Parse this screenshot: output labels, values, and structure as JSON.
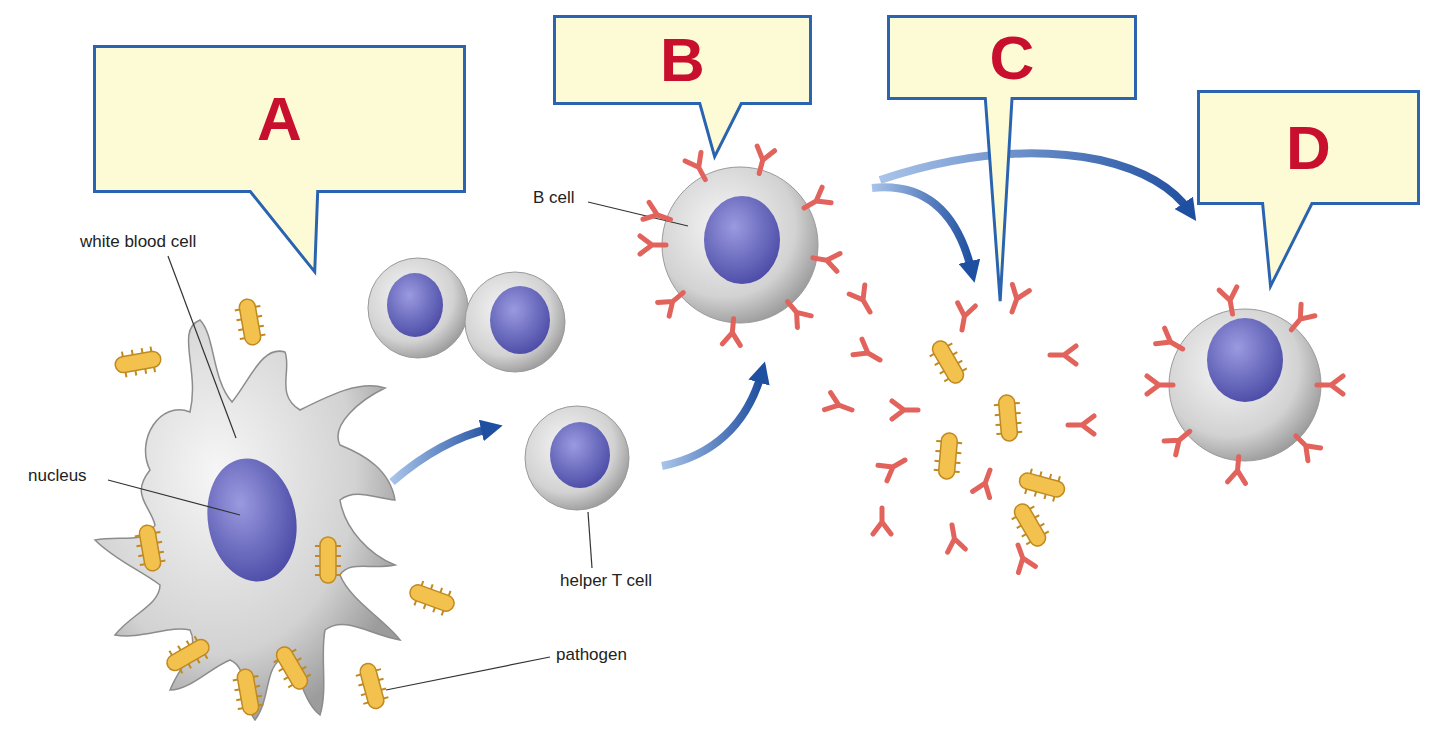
{
  "diagram": {
    "nodes": [
      {
        "text": [
          "A"
        ]
      },
      {
        "text": [
          "B"
        ]
      },
      {
        "text": [
          "C"
        ]
      },
      {
        "text": [
          "D"
        ]
      }
    ],
    "labels": [
      "white blood cell",
      "nucleus",
      "pathogen",
      "B cell",
      "helper T cell"
    ]
  }
}
